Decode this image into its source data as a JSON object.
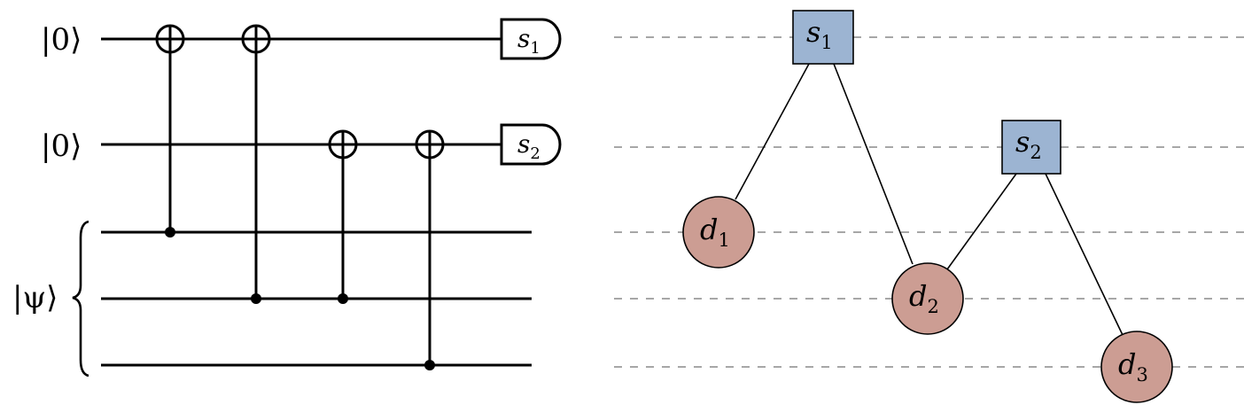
{
  "circuit": {
    "ancilla_kets": [
      "|0⟩",
      "|0⟩"
    ],
    "data_ket": "|ψ⟩",
    "meters": [
      {
        "main": "s",
        "sub": "1"
      },
      {
        "main": "s",
        "sub": "2"
      }
    ]
  },
  "graph": {
    "stabilizers": [
      {
        "main": "s",
        "sub": "1",
        "color": "#9cb4d2"
      },
      {
        "main": "s",
        "sub": "2",
        "color": "#9cb4d2"
      }
    ],
    "data_nodes": [
      {
        "main": "d",
        "sub": "1",
        "color": "#cc9d93"
      },
      {
        "main": "d",
        "sub": "2",
        "color": "#cc9d93"
      },
      {
        "main": "d",
        "sub": "3",
        "color": "#cc9d93"
      }
    ]
  }
}
